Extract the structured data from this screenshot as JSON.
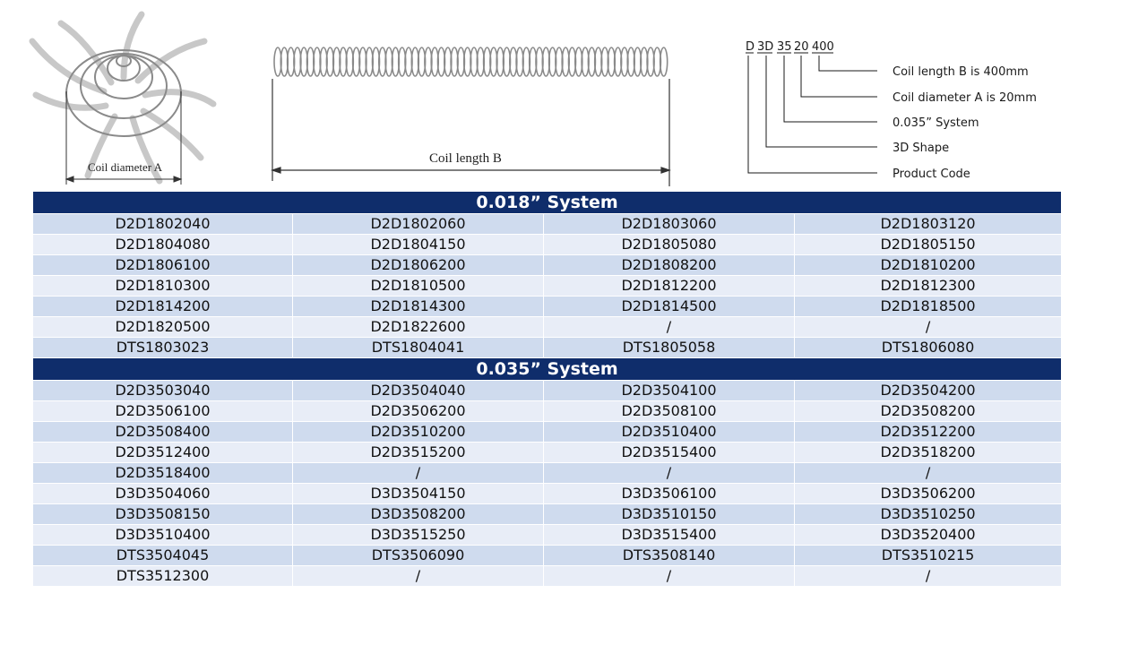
{
  "diagram": {
    "coil_diameter_label": "Coil diameter A",
    "coil_length_label": "Coil length B"
  },
  "code_example": {
    "parts": [
      "D",
      "3D",
      "35",
      "20",
      "400"
    ],
    "explanations": [
      "Coil length B is 400mm",
      "Coil diameter A is 20mm",
      "0.035” System",
      "3D Shape",
      "Product Code"
    ]
  },
  "sections": [
    {
      "title": "0.018” System",
      "rows": [
        [
          "D2D1802040",
          "D2D1802060",
          "D2D1803060",
          "D2D1803120"
        ],
        [
          "D2D1804080",
          "D2D1804150",
          "D2D1805080",
          "D2D1805150"
        ],
        [
          "D2D1806100",
          "D2D1806200",
          "D2D1808200",
          "D2D1810200"
        ],
        [
          "D2D1810300",
          "D2D1810500",
          "D2D1812200",
          "D2D1812300"
        ],
        [
          "D2D1814200",
          "D2D1814300",
          "D2D1814500",
          "D2D1818500"
        ],
        [
          "D2D1820500",
          "D2D1822600",
          "/",
          "/"
        ],
        [
          "DTS1803023",
          "DTS1804041",
          "DTS1805058",
          "DTS1806080"
        ]
      ]
    },
    {
      "title": "0.035” System",
      "rows": [
        [
          "D2D3503040",
          "D2D3504040",
          "D2D3504100",
          "D2D3504200"
        ],
        [
          "D2D3506100",
          "D2D3506200",
          "D2D3508100",
          "D2D3508200"
        ],
        [
          "D2D3508400",
          "D2D3510200",
          "D2D3510400",
          "D2D3512200"
        ],
        [
          "D2D3512400",
          "D2D3515200",
          "D2D3515400",
          "D2D3518200"
        ],
        [
          "D2D3518400",
          "/",
          "/",
          "/"
        ],
        [
          "D3D3504060",
          "D3D3504150",
          "D3D3506100",
          "D3D3506200"
        ],
        [
          "D3D3508150",
          "D3D3508200",
          "D3D3510150",
          "D3D3510250"
        ],
        [
          "D3D3510400",
          "D3D3515250",
          "D3D3515400",
          "D3D3520400"
        ],
        [
          "DTS3504045",
          "DTS3506090",
          "DTS3508140",
          "DTS3510215"
        ],
        [
          "DTS3512300",
          "/",
          "/",
          "/"
        ]
      ]
    }
  ]
}
